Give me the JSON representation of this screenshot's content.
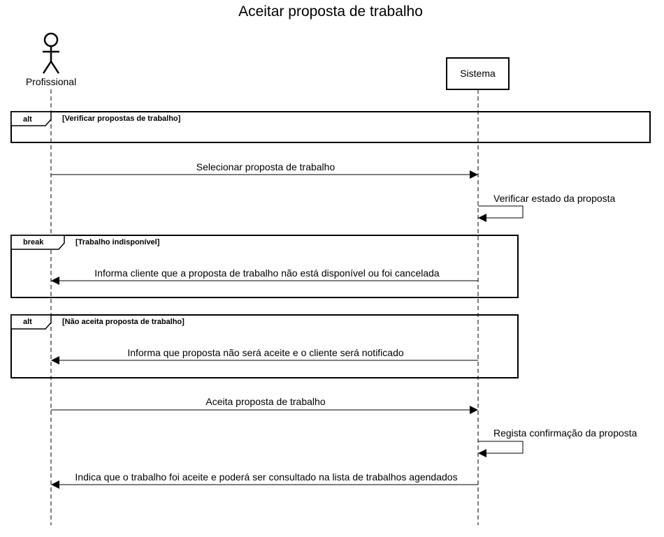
{
  "diagram": {
    "title": "Aceitar proposta de trabalho",
    "participants": {
      "actor": {
        "label": "Profissional",
        "icon": "stick-figure-icon"
      },
      "system": {
        "label": "Sistema"
      }
    },
    "frames": [
      {
        "operator": "alt",
        "guard": "[Verificar propostas de trabalho]"
      },
      {
        "operator": "break",
        "guard": "[Trabalho indisponível]"
      },
      {
        "operator": "alt",
        "guard": "[Não aceita proposta de trabalho]"
      }
    ],
    "messages": [
      {
        "from": "Profissional",
        "to": "Sistema",
        "text": "Selecionar proposta de trabalho"
      },
      {
        "from": "Sistema",
        "to": "Sistema",
        "text": "Verificar estado da proposta"
      },
      {
        "from": "Sistema",
        "to": "Profissional",
        "text": "Informa cliente que a proposta de trabalho não está disponível ou foi cancelada"
      },
      {
        "from": "Sistema",
        "to": "Profissional",
        "text": "Informa que proposta não será aceite e o cliente será notificado"
      },
      {
        "from": "Profissional",
        "to": "Sistema",
        "text": "Aceita proposta de trabalho"
      },
      {
        "from": "Sistema",
        "to": "Sistema",
        "text": "Regista confirmação da proposta"
      },
      {
        "from": "Sistema",
        "to": "Profissional",
        "text": "Indica que o trabalho foi aceite e poderá ser consultado na lista de trabalhos agendados"
      }
    ]
  }
}
